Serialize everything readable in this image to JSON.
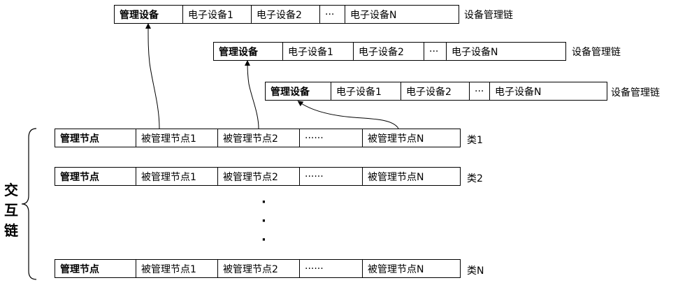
{
  "device_chains": [
    {
      "head": "管理设备",
      "items": [
        "电子设备1",
        "电子设备2",
        "···",
        "电子设备N"
      ],
      "label": "设备管理链"
    },
    {
      "head": "管理设备",
      "items": [
        "电子设备1",
        "电子设备2",
        "···",
        "电子设备N"
      ],
      "label": "设备管理链"
    },
    {
      "head": "管理设备",
      "items": [
        "电子设备1",
        "电子设备2",
        "···",
        "电子设备N"
      ],
      "label": "设备管理链"
    }
  ],
  "class_chains": [
    {
      "head": "管理节点",
      "items": [
        "被管理节点1",
        "被管理节点2",
        "······",
        "被管理节点N"
      ],
      "label": "类1"
    },
    {
      "head": "管理节点",
      "items": [
        "被管理节点1",
        "被管理节点2",
        "······",
        "被管理节点N"
      ],
      "label": "类2"
    },
    {
      "head": "管理节点",
      "items": [
        "被管理节点1",
        "被管理节点2",
        "······",
        "被管理节点N"
      ],
      "label": "类N"
    }
  ],
  "interaction_chain_label": [
    "交",
    "互",
    "链"
  ],
  "vertical_ellipsis": "·\n·\n·"
}
